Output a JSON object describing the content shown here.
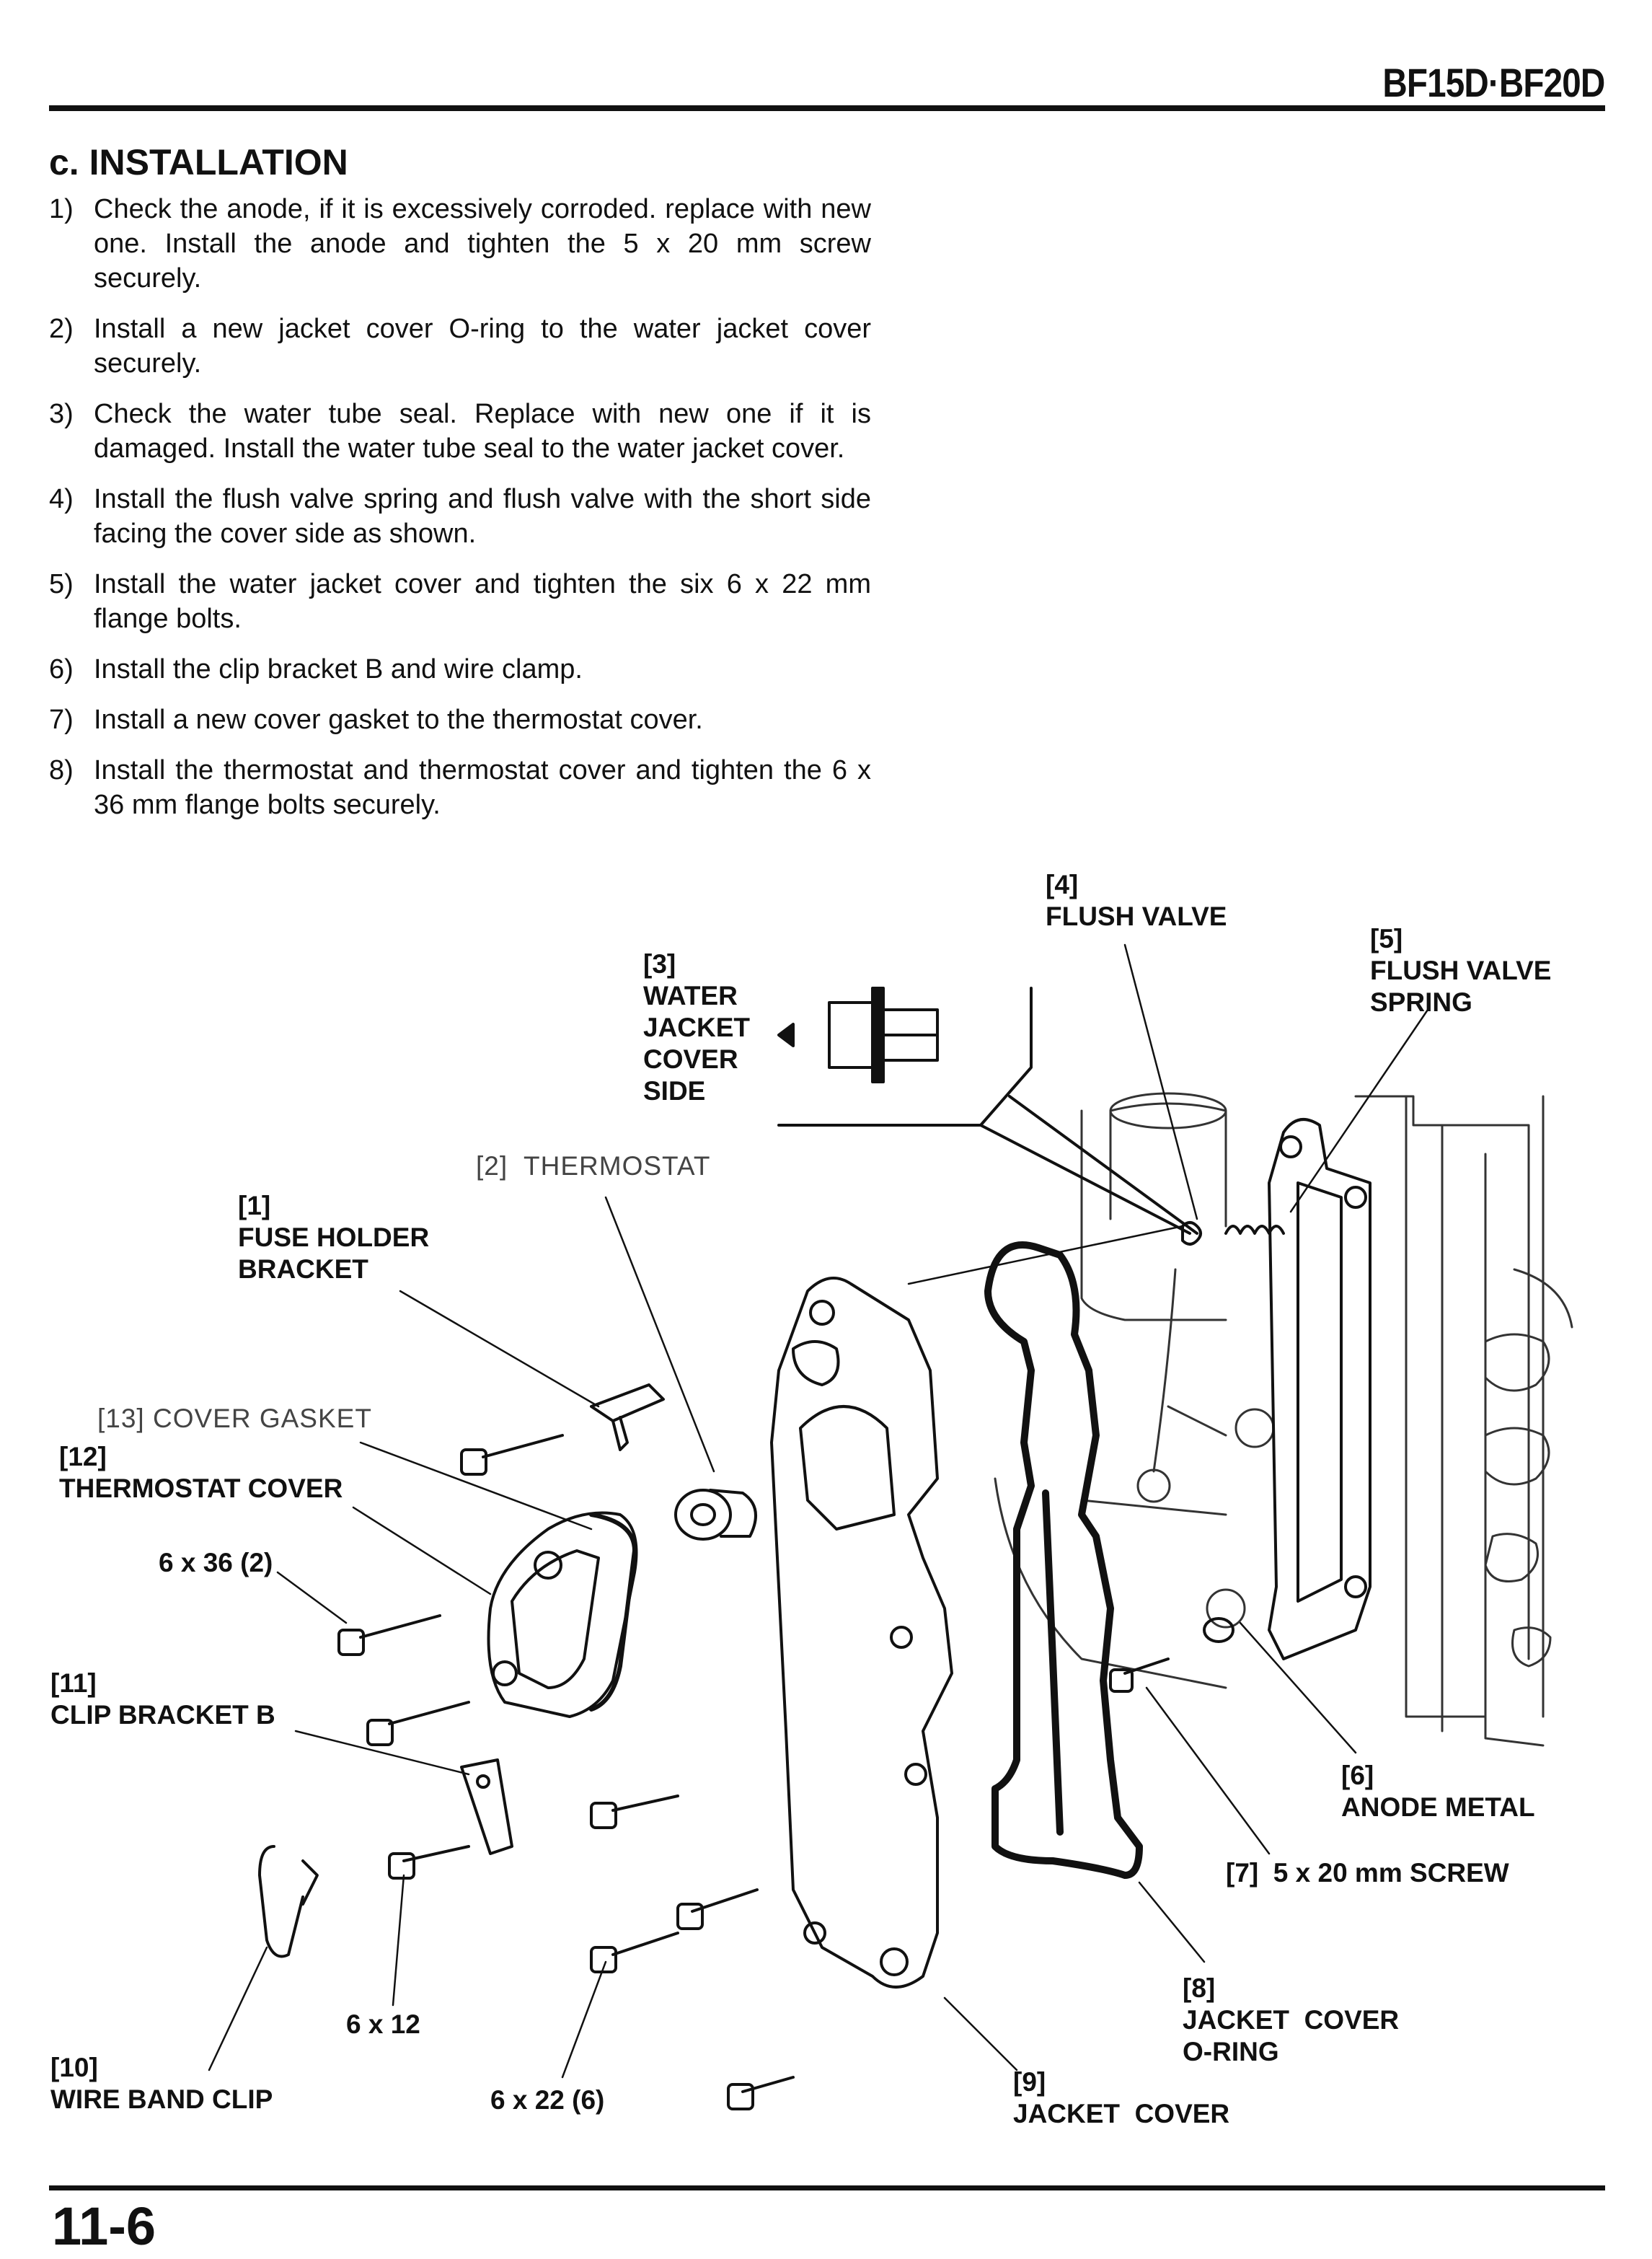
{
  "header": {
    "model": "BF15D·BF20D"
  },
  "section": {
    "heading": "c. INSTALLATION"
  },
  "steps": [
    {
      "num": "1)",
      "text": "Check the anode, if it is excessively corroded. replace with new one.  Install the anode and tighten the 5 x 20 mm screw securely."
    },
    {
      "num": "2)",
      "text": "Install a new jacket cover O-ring to the water jacket cover securely."
    },
    {
      "num": "3)",
      "text": "Check the water tube seal. Replace with new one if it is damaged. Install the water tube seal to the water jacket cover."
    },
    {
      "num": "4)",
      "text": "Install the flush valve spring and flush valve with the short side facing the cover side as shown."
    },
    {
      "num": "5)",
      "text": "Install the water jacket cover and tighten the six 6 x 22 mm flange bolts."
    },
    {
      "num": "6)",
      "text": "Install the clip bracket B and wire clamp."
    },
    {
      "num": "7)",
      "text": "Install a new cover gasket to the thermostat cover."
    },
    {
      "num": "8)",
      "text": "Install the thermostat and thermostat cover and tighten the 6 x 36 mm flange bolts securely."
    }
  ],
  "diagram": {
    "labels": {
      "flush_valve": "[4]\nFLUSH VALVE",
      "flush_valve_spring": "[5]\nFLUSH VALVE\nSPRING",
      "water_jacket_cover_side": "[3]\nWATER\nJACKET\nCOVER\nSIDE",
      "thermostat": "[2]  THERMOSTAT",
      "fuse_holder_bracket": "[1]\nFUSE HOLDER\nBRACKET",
      "cover_gasket": "[13] COVER GASKET",
      "thermostat_cover": "[12]\nTHERMOSTAT COVER",
      "bolt_6x36": "6 x 36 (2)",
      "clip_bracket_b": "[11]\nCLIP BRACKET B",
      "anode_metal": "[6]\nANODE METAL",
      "screw_5x20": "[7]  5 x 20 mm SCREW",
      "bolt_6x12": "6 x 12",
      "jacket_cover_oring": "[8]\nJACKET  COVER\nO-RING",
      "wire_band_clip": "[10]\nWIRE BAND CLIP",
      "bolt_6x22": "6 x 22 (6)",
      "jacket_cover": "[9]\nJACKET  COVER"
    }
  },
  "footer": {
    "page_number": "11-6"
  }
}
